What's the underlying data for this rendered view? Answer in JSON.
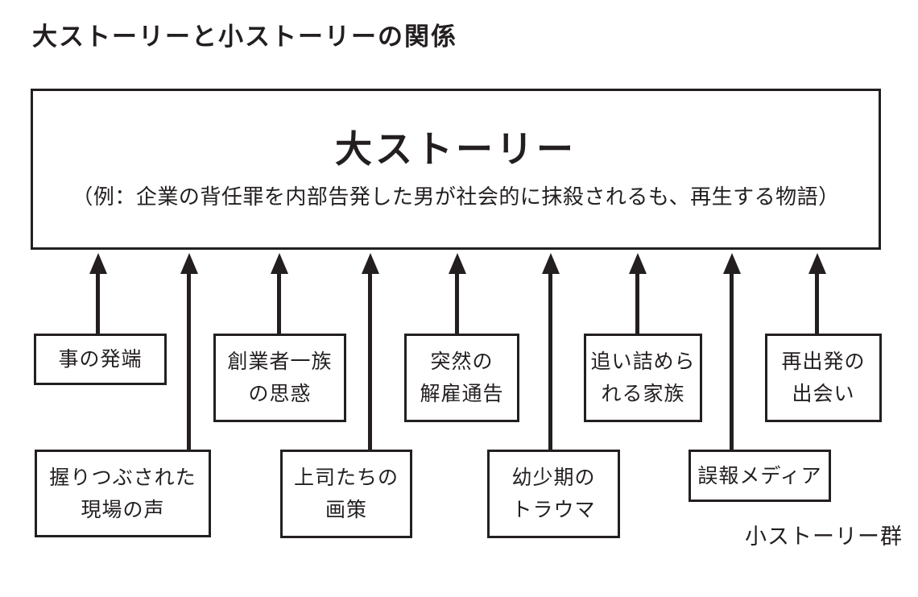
{
  "meta": {
    "ink_color": "#231f20",
    "background_color": "#ffffff"
  },
  "header": {
    "title": "大ストーリーと小ストーリーの関係"
  },
  "big_story": {
    "label": "大ストーリー",
    "example": "（例：企業の背任罪を内部告発した男が社会的に抹殺されるも、再生する物語）"
  },
  "small_stories": [
    {
      "text": "事の発端",
      "row": "upper"
    },
    {
      "text": "握りつぶされた\n現場の声",
      "row": "lower"
    },
    {
      "text": "創業者一族\nの思惑",
      "row": "upper"
    },
    {
      "text": "上司たちの\n画策",
      "row": "lower"
    },
    {
      "text": "突然の\n解雇通告",
      "row": "upper"
    },
    {
      "text": "幼少期の\nトラウマ",
      "row": "lower"
    },
    {
      "text": "追い詰めら\nれる家族",
      "row": "upper"
    },
    {
      "text": "誤報メディア",
      "row": "lower"
    },
    {
      "text": "再出発の\n出会い",
      "row": "upper"
    }
  ],
  "footer": {
    "group_label": "小ストーリー群"
  }
}
